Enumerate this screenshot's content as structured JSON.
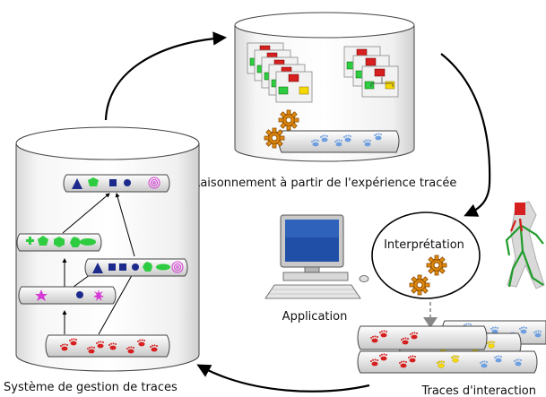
{
  "labels": {
    "reasoning": "Raisonnement à partir de l'expérience tracée",
    "application": "Application",
    "interpretation": "Interprétation",
    "trace_system": "Système de gestion de traces",
    "traces_interaction": "Traces d'interaction"
  },
  "colors": {
    "yellow": "#f5d800",
    "red": "#d61f1f",
    "green": "#2ecc40",
    "navy": "#1c2a8c",
    "magenta": "#d63ad6",
    "blue_light": "#6e9fe0",
    "gear": "#e08a10"
  },
  "icons": [
    "gear-icon",
    "footprint-icon",
    "computer-icon",
    "figure-icon",
    "case-base-icon"
  ]
}
